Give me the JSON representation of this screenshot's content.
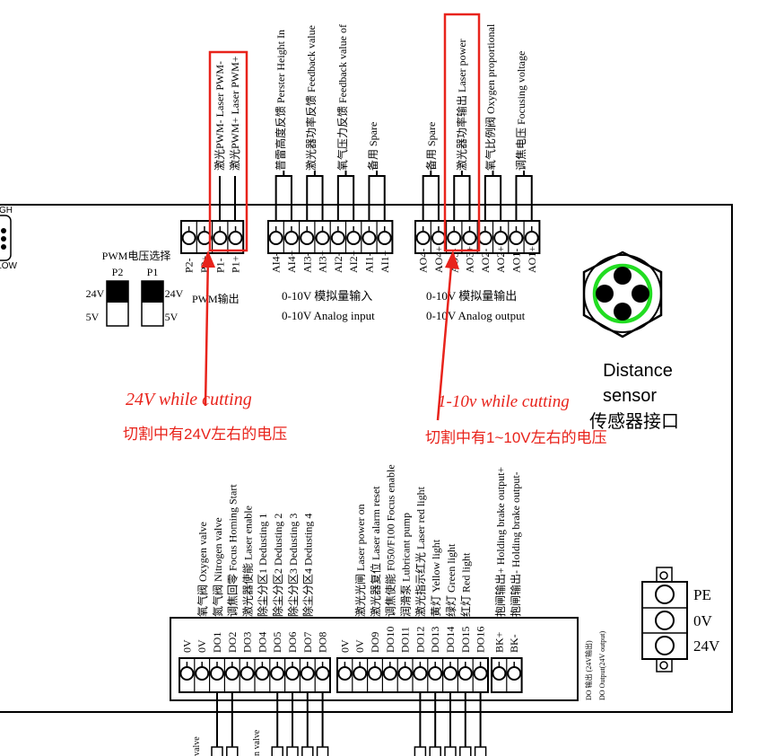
{
  "top_terminals": {
    "pwm_left": [
      "P2-",
      "P2+",
      "P1-",
      "P1+"
    ],
    "analog_in": [
      "AI4-",
      "AI4+",
      "AI3-",
      "AI3+",
      "AI2-",
      "AI2+",
      "AI1-",
      "AI1+"
    ],
    "analog_out": [
      "AO4-",
      "AO4+",
      "AO3-",
      "AO3+",
      "AO2-",
      "AO2+",
      "AO1-",
      "AO1+"
    ]
  },
  "top_labels": {
    "pwm": [
      "激光PWM- Laser PWM-",
      "激光PWM+ Laser PWM+"
    ],
    "analog_in": [
      "普雷高度反馈 Perster Height In",
      "激光器功率反馈 Feedback value",
      "氧气压力反馈 Feedback value of",
      "备用 Spare"
    ],
    "analog_out": [
      "备用 Spare",
      "激光器功率输出 Laser power",
      "氧气比例阀 Oxygen proportional",
      "调焦电压 Focusing voltage"
    ]
  },
  "pwm_select": {
    "title": "PWM电压选择",
    "switch_labels": [
      "P2",
      "P1"
    ],
    "v24": "24V",
    "v5": "5V",
    "output_label": "PWM输出"
  },
  "left_edge": {
    "high": "HIGH",
    "low": "LOW"
  },
  "analog": {
    "in_cn": "0-10V 模拟量输入",
    "in_en": "0-10V Analog input",
    "out_cn": "0-10V 模拟量输出",
    "out_en": "0-10V Analog output"
  },
  "annotations": {
    "left_en": "24V while cutting",
    "left_cn": "切割中有24V左右的电压",
    "right_en": "1-10v while cutting",
    "right_cn": "切割中有1~10V左右的电压",
    "highlight_color": "#e8231b"
  },
  "sensor": {
    "label_en_1": "Distance",
    "label_en_2": "sensor",
    "label_cn": "传感器接口",
    "pin_color": "#22dd22"
  },
  "power": {
    "labels": [
      "PE",
      "0V",
      "24V"
    ]
  },
  "bottom_labels": {
    "group1": [
      "氧气阀 Oxygen valve",
      "氮气阀 Nitrogen valve",
      "调焦回零 Focus Homing Start",
      "激光器使能 Laser enable",
      "除尘分区1 Dedusting 1",
      "除尘分区2 Dedusting 2",
      "除尘分区3 Dedusting 3",
      "除尘分区4 Dedusting 4"
    ],
    "group2": [
      "激光光闸 Laser power on",
      "激光器复位 Laser alarm reset",
      "调焦使能 F050/F100 Focus enable",
      "润滑泵 Lubricant pump",
      "激光指示红光 Laser red light",
      "黄灯 Yellow light",
      "绿灯 Green light",
      "红灯 Red light"
    ],
    "group3": [
      "抱闸输出+ Holding brake output+",
      "抱闸输出- Holding brake output-"
    ]
  },
  "bottom_terminals": {
    "group1": [
      "0V",
      "0V",
      "DO1",
      "DO2",
      "DO3",
      "DO4",
      "DO5",
      "DO6",
      "DO7",
      "DO8"
    ],
    "group2": [
      "0V",
      "0V",
      "DO9",
      "DO10",
      "DO11",
      "DO12",
      "DO13",
      "DO14",
      "DO15",
      "DO16"
    ],
    "group3": [
      "BK+",
      "BK-"
    ]
  },
  "do_note": {
    "cn": "DO 输出 (24V输出)",
    "en": "DO Output(24V output)"
  },
  "bottom_cut": [
    "valve",
    "n valve"
  ]
}
